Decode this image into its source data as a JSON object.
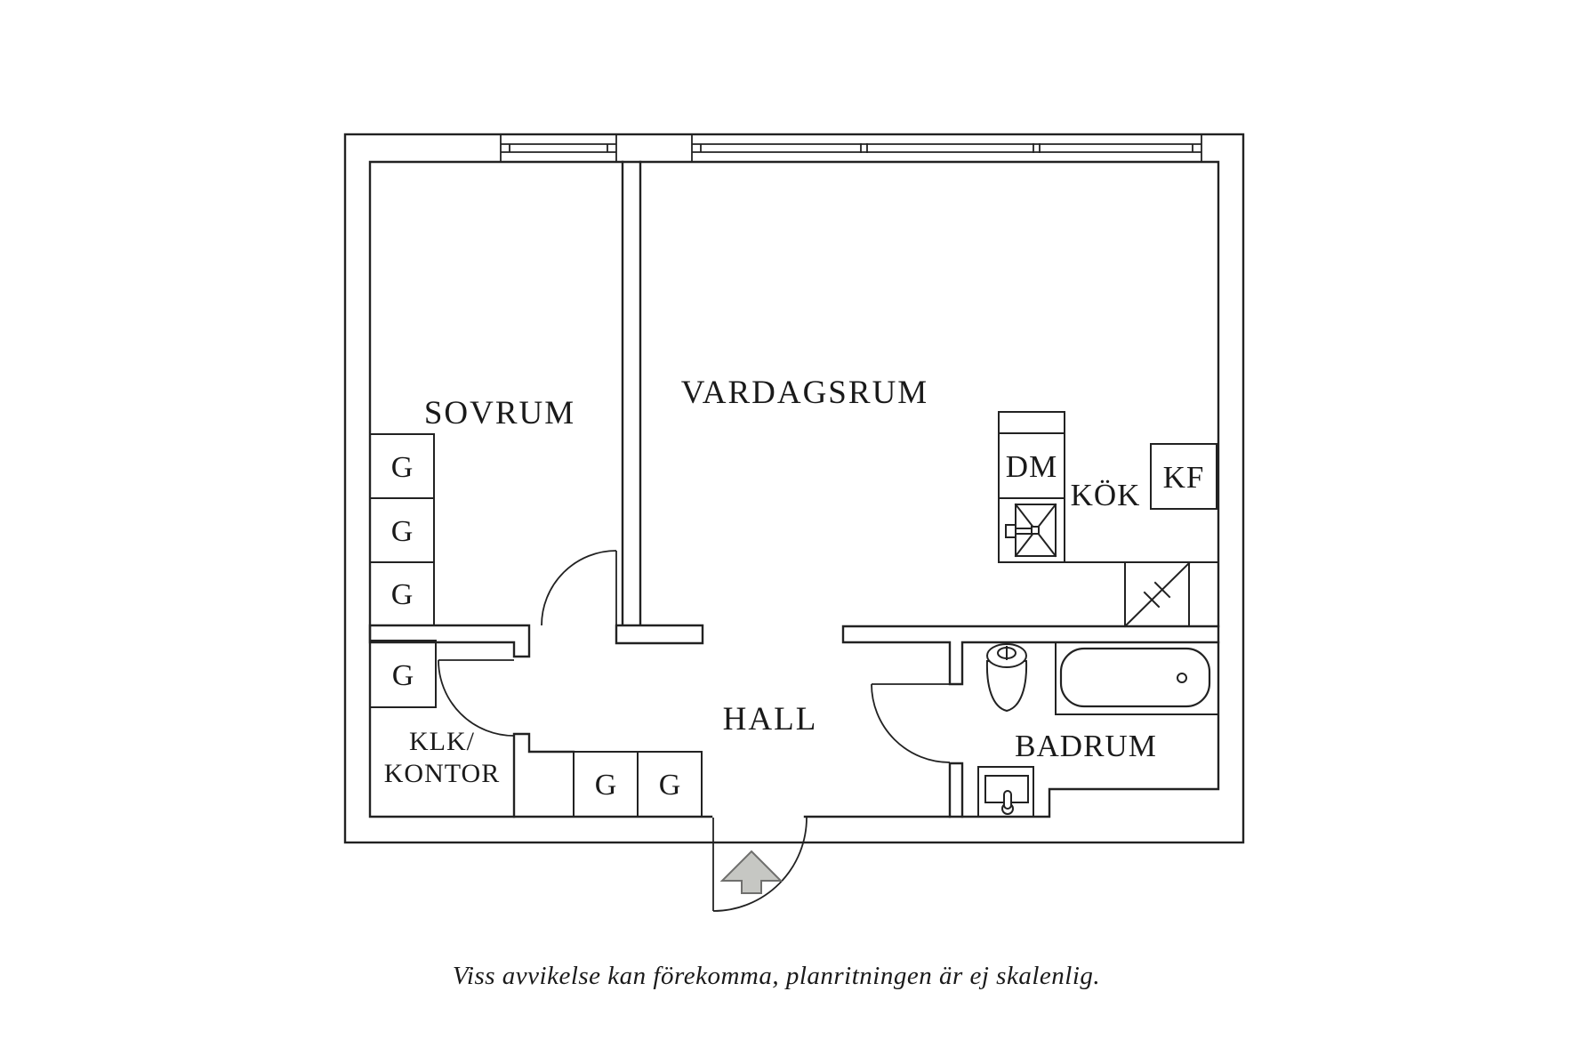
{
  "rooms": {
    "sovrum": "SOVRUM",
    "vardagsrum": "VARDAGSRUM",
    "kok": "KÖK",
    "hall": "HALL",
    "badrum": "BADRUM",
    "klk_line1": "KLK/",
    "klk_line2": "KONTOR"
  },
  "appliances": {
    "dishwasher": "DM",
    "fridge_freezer": "KF"
  },
  "wardrobes": [
    "G",
    "G",
    "G",
    "G",
    "G",
    "G"
  ],
  "icons": {
    "entry_arrow": "up-arrow"
  },
  "caption": "Viss avvikelse kan förekomma, planritningen är ej skalenlig.",
  "colors": {
    "line": "#222222",
    "text": "#1a1a1a",
    "arrow_fill": "#c6c7c3",
    "arrow_stroke": "#6f6f6d",
    "background": "#ffffff"
  }
}
